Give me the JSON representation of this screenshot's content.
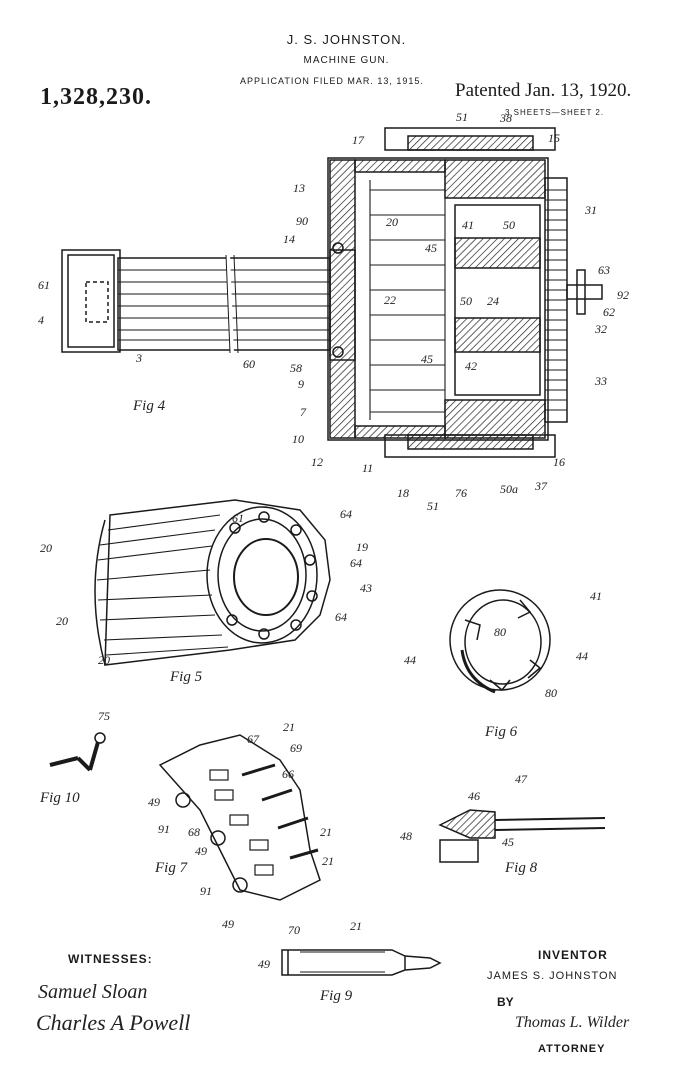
{
  "header": {
    "inventor_name": "J. S. JOHNSTON.",
    "title": "MACHINE GUN.",
    "application": "APPLICATION FILED MAR. 13, 1915.",
    "patent_number": "1,328,230.",
    "patented": "Patented Jan. 13, 1920.",
    "sheets": "3 SHEETS—SHEET 2."
  },
  "figures": {
    "fig4": "Fig 4",
    "fig5": "Fig 5",
    "fig6": "Fig 6",
    "fig7": "Fig 7",
    "fig8": "Fig 8",
    "fig9": "Fig 9",
    "fig10": "Fig 10"
  },
  "ref_labels": {
    "fig4": [
      "51",
      "38",
      "17",
      "15",
      "13",
      "90",
      "14",
      "41",
      "20",
      "31",
      "45",
      "61",
      "22",
      "50",
      "24",
      "63",
      "92",
      "62",
      "32",
      "4",
      "3",
      "60",
      "58",
      "9",
      "7",
      "45",
      "42",
      "33",
      "10",
      "12",
      "11",
      "18",
      "51",
      "76",
      "50a",
      "37",
      "16",
      "50"
    ],
    "fig5": [
      "20",
      "61",
      "64",
      "19",
      "64",
      "43",
      "20",
      "64",
      "20"
    ],
    "fig6": [
      "41",
      "80",
      "44",
      "44",
      "80"
    ],
    "fig7": [
      "21",
      "67",
      "69",
      "66",
      "49",
      "91",
      "68",
      "49",
      "21",
      "91",
      "21",
      "49"
    ],
    "fig8": [
      "47",
      "46",
      "48",
      "45"
    ],
    "fig9": [
      "70",
      "21",
      "49"
    ],
    "fig10": [
      "75"
    ]
  },
  "witnesses": {
    "label": "WITNESSES:",
    "signature_1": "Samuel Sloan",
    "signature_2": "Charles A Powell"
  },
  "inventor": {
    "label": "INVENTOR",
    "name": "JAMES S. JOHNSTON",
    "by": "BY",
    "attorney_signature": "Thomas L. Wilder",
    "attorney_label": "ATTORNEY"
  },
  "colors": {
    "ink": "#1a1a1a",
    "paper": "#ffffff"
  }
}
